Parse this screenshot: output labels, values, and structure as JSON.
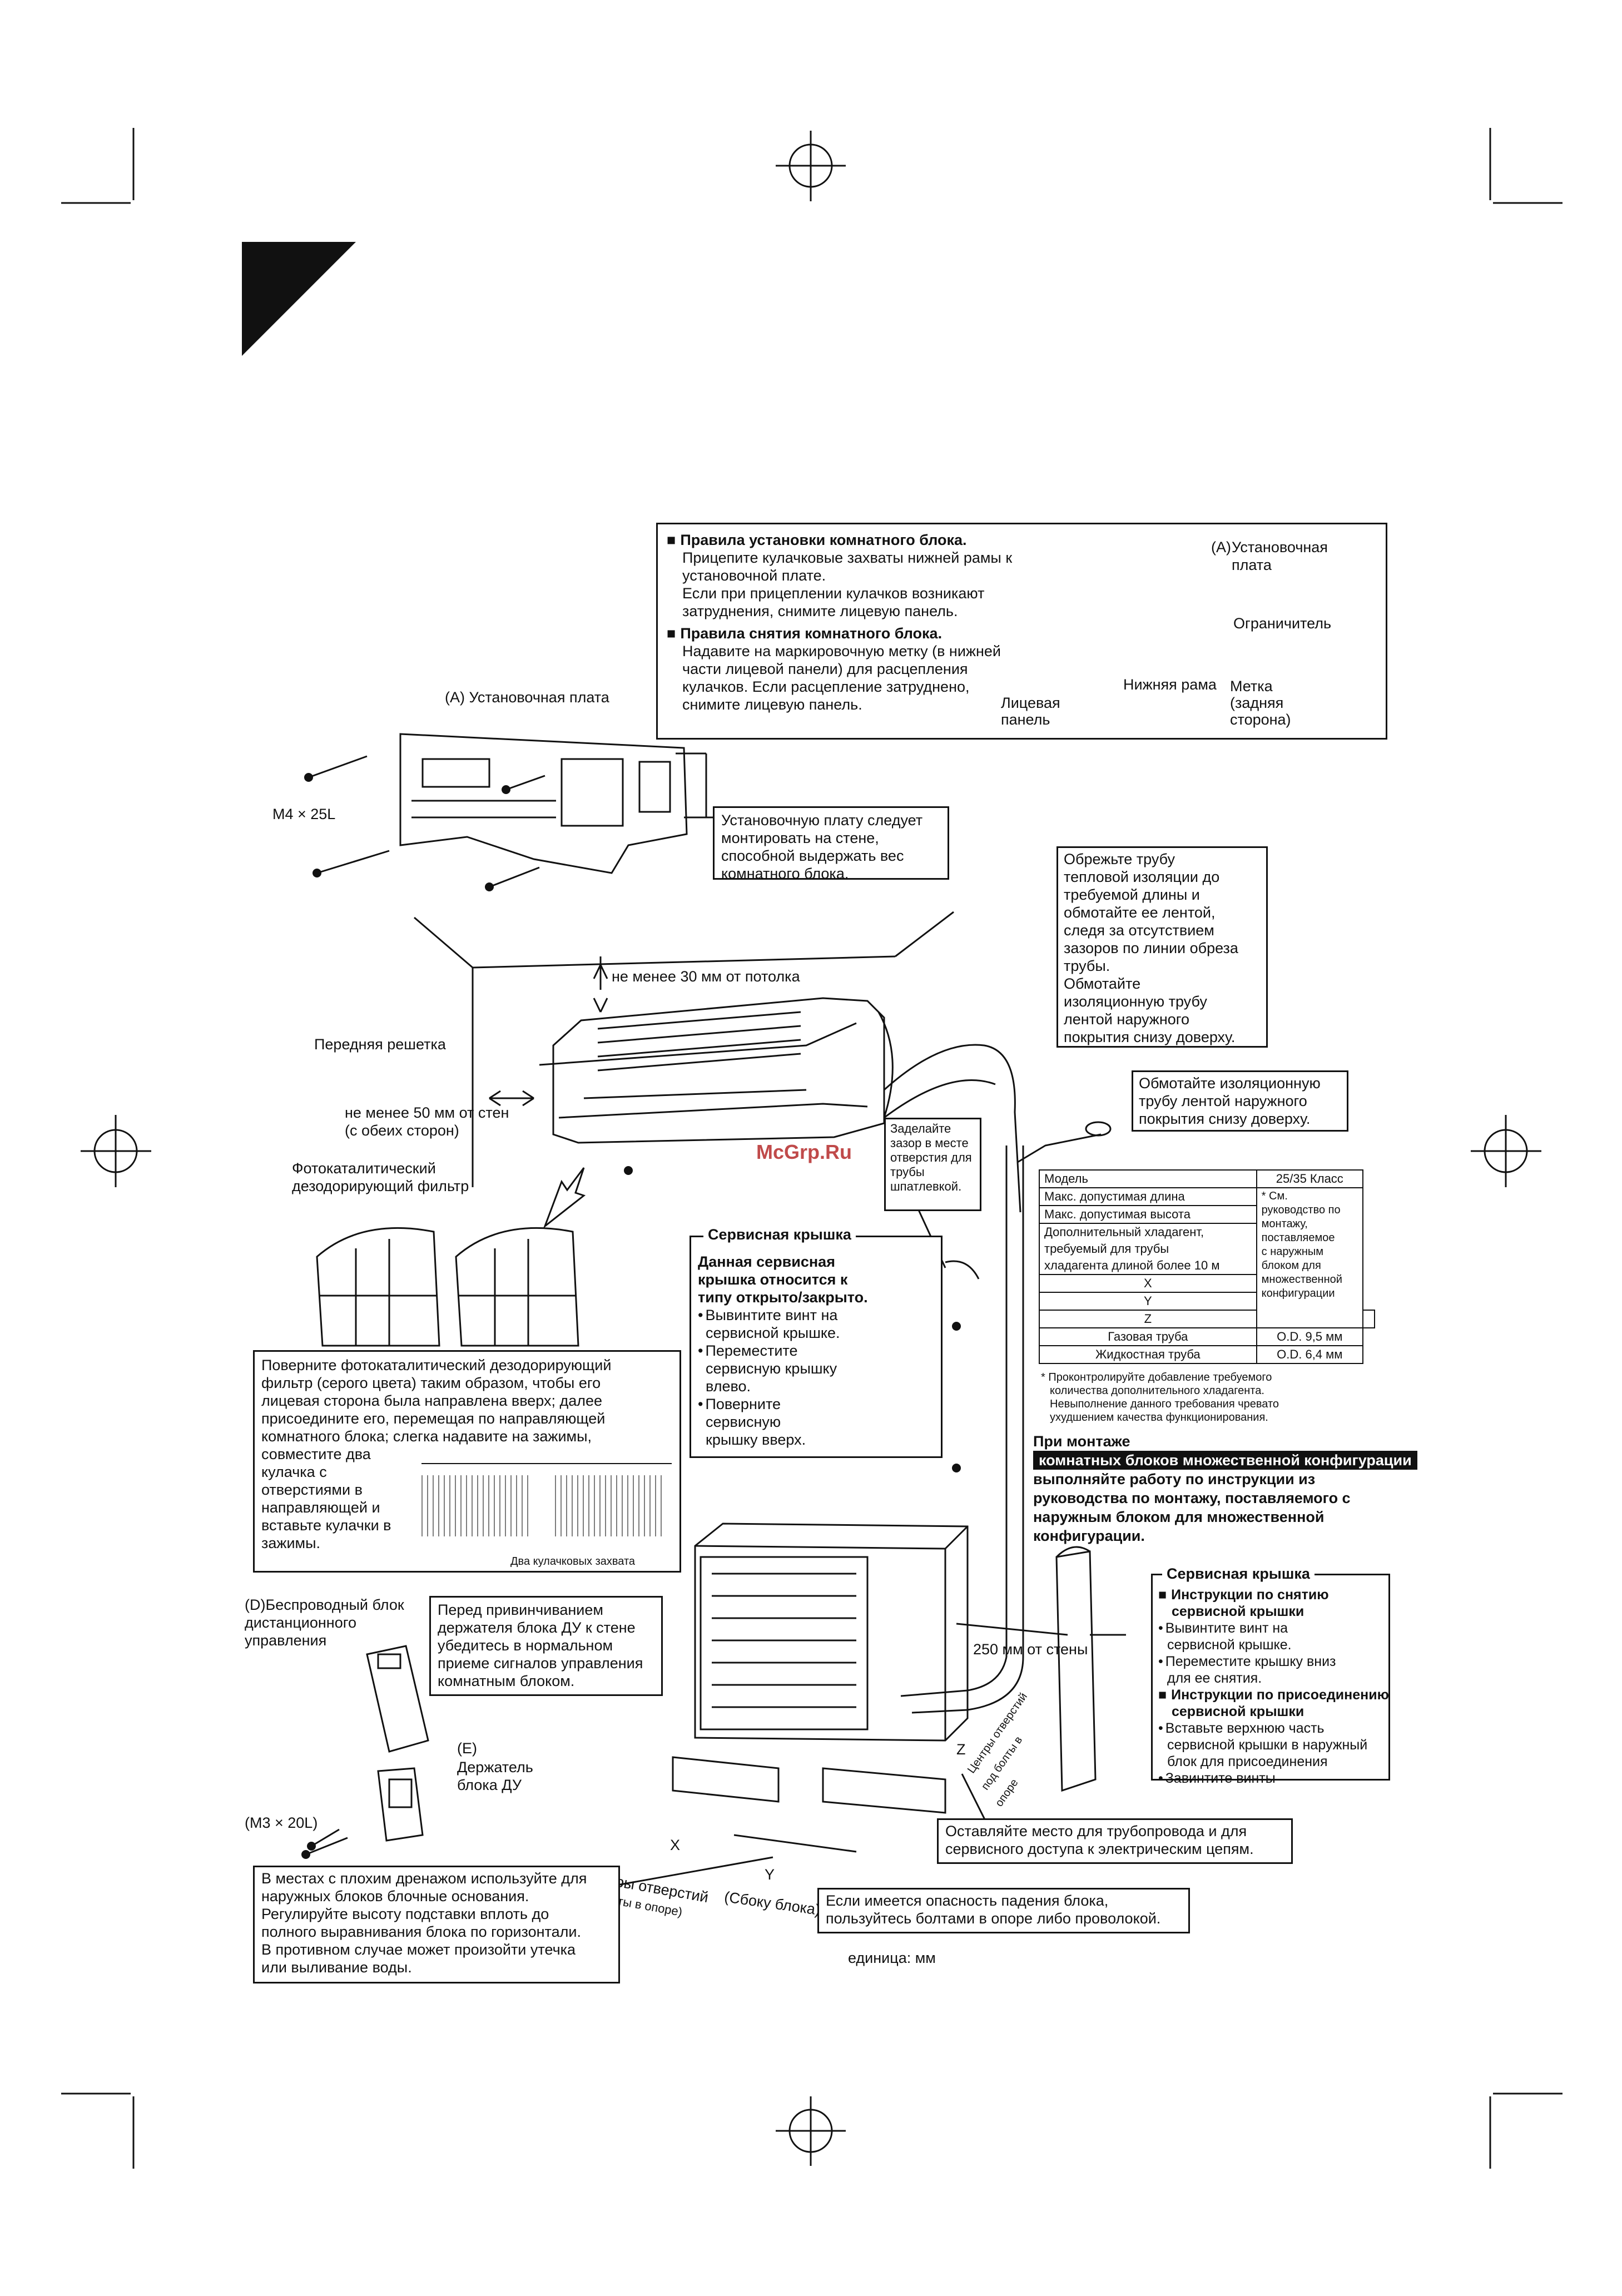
{
  "install_rules": {
    "rule1_title": "Правила установки комнатного блока.",
    "rule1_lines": [
      "Прицепите кулачковые захваты нижней рамы к",
      "установочной плате.",
      "Если при прицеплении кулачков возникают",
      "затруднения, снимите лицевую панель."
    ],
    "rule2_title": "Правила снятия комнатного блока.",
    "rule2_lines": [
      "Надавите на маркировочную метку (в нижней",
      "части лицевой панели) для расцепления",
      "кулачков. Если расцепление затруднено,",
      "снимите лицевую панель."
    ],
    "fig_labels": {
      "mounting_plate": "Установочная",
      "mounting_plate_2": "плата",
      "circled_a": "A",
      "stopper": "Ограничитель",
      "bottom_frame": "Нижняя рама",
      "mark": "Метка",
      "mark_2": "(задняя",
      "mark_3": "сторона)",
      "front_panel": "Лицевая",
      "front_panel_2": "панель"
    }
  },
  "mounting_plate_label": "Установочная плата",
  "mounting_plate_letter": "A",
  "screw_label": "M4 × 25L",
  "plate_note": [
    "Установочную плату следует",
    "монтировать на стене,",
    "способной выдержать вес",
    "комнатного блока."
  ],
  "ceiling_gap": "не менее 30 мм от потолка",
  "front_grille": "Передняя решетка",
  "wall_gap_1": "не менее 50 мм от стен",
  "wall_gap_2": "(с обеих сторон)",
  "filter_label_1": "Фотокаталитический",
  "filter_label_2": "дезодорирующий фильтр",
  "watermark": "McGrp.Ru",
  "putty_note": [
    "Заделайте",
    "зазор в месте",
    "отверстия для",
    "трубы",
    "шпатлевкой."
  ],
  "insulation_note": [
    "Обрежьте трубу",
    "тепловой изоляции до",
    "требуемой длины и",
    "обмотайте ее лентой,",
    "следя за отсутствием",
    "зазоров по линии обреза",
    "трубы.",
    "Обмотайте",
    "изоляционную трубу",
    "лентой наружного",
    "покрытия снизу доверху."
  ],
  "wrap_note": [
    "Обмотайте изоляционную",
    "трубу лентой наружного",
    "покрытия снизу доверху."
  ],
  "service_cover_box": {
    "title": "Сервисная крышка",
    "heading": [
      "Данная сервисная",
      "крышка относится к",
      "типу открыто/закрыто."
    ],
    "steps": [
      "Вывинтите винт на",
      "сервисной крышке.",
      "Переместите",
      "сервисную крышку",
      "влево.",
      "Поверните",
      "сервисную",
      "крышку вверх."
    ]
  },
  "spec_table": {
    "rows": [
      {
        "label": "Модель",
        "value": "25/35 Класс"
      },
      {
        "label": "Макс. допустимая длина",
        "value": ""
      },
      {
        "label": "Макс. допустимая высота",
        "value": ""
      },
      {
        "label": "Дополнительный хладагент,",
        "value": ""
      },
      {
        "label": "требуемый для трубы",
        "value": ""
      },
      {
        "label": "хладагента длиной более 10 м",
        "value": ""
      },
      {
        "label": "X",
        "value": ""
      },
      {
        "label": "Y",
        "value": ""
      },
      {
        "label": "Z",
        "value": ""
      },
      {
        "label": "Газовая труба",
        "value": "O.D. 9,5 мм"
      },
      {
        "label": "Жидкостная труба",
        "value": "O.D. 6,4 мм"
      }
    ],
    "side_note": [
      "* См.",
      "руководство по",
      "монтажу,",
      "поставляемое",
      "с наружным",
      "блоком для",
      "множественной",
      "конфигурации"
    ],
    "footnote": [
      "* Проконтролируйте добавление требуемого",
      "количества дополнительного хладагента.",
      "Невыполнение данного требования чревато",
      "ухудшением качества функционирования."
    ]
  },
  "multi_config": {
    "line1": "При монтаже",
    "line2": "комнатных блоков множественной конфигурации",
    "line3": "выполняйте работу по инструкции из",
    "line4": "руководства по монтажу, поставляемого с",
    "line5": "наружным блоком для множественной",
    "line6": "конфигурации."
  },
  "filter_note": [
    "Поверните фотокаталитический дезодорирующий",
    "фильтр (серого цвета) таким образом, чтобы его",
    "лицевая сторона была направлена вверх; далее",
    "присоедините его, перемещая по направляющей",
    "комнатного блока; слегка надавите на зажимы,",
    "совместите два",
    "кулачка с",
    "отверстиями в",
    "направляющей и",
    "вставьте кулачки в",
    "зажимы."
  ],
  "two_hooks": "Два кулачковых захвата",
  "remote": {
    "letter_d": "D",
    "label": [
      "Беспроводный блок",
      "дистанционного",
      "управления"
    ],
    "letter_e": "E",
    "holder": [
      "Держатель",
      "блока ДУ"
    ],
    "screw": "(M3 × 20L)"
  },
  "remote_note": [
    "Перед привинчиванием",
    "держателя блока ДУ к стене",
    "убедитесь в нормальном",
    "приеме сигналов управления",
    "комнатным блоком."
  ],
  "outdoor": {
    "gap_250": "250 мм от стены",
    "x": "X",
    "y": "Y",
    "z": "Z",
    "bolt_centers_1": "(Центры отверстий",
    "bolt_centers_2": "под болты в опоре)",
    "side_of_unit": "(Сбоку блока)",
    "z_centers_1": "Центры отверстий",
    "z_centers_2": "под болты в",
    "z_centers_3": "опоре"
  },
  "outdoor_service_cover": {
    "title": "Сервисная крышка",
    "removal_title": [
      "Инструкции по снятию",
      "сервисной крышки"
    ],
    "removal_steps": [
      "Вывинтите винт на",
      "сервисной крышке.",
      "Переместите крышку вниз",
      "для ее снятия."
    ],
    "attach_title": [
      "Инструкции по присоединению",
      "сервисной крышки"
    ],
    "attach_steps": [
      "Вставьте верхнюю часть",
      "сервисной крышки в наружный",
      "блок для присоединения",
      "Завинтите винты"
    ]
  },
  "space_note": [
    "Оставляйте место для трубопровода и для",
    "сервисного доступа к электрическим цепям."
  ],
  "fall_note": [
    "Если имеется опасность падения блока,",
    "пользуйтесь болтами в опоре либо проволокой."
  ],
  "drain_note": [
    "В местах с плохим дренажом используйте для",
    "наружных блоков блочные основания.",
    "Регулируйте высоту подставки вплоть до",
    "полного выравнивания блока по горизонтали.",
    "В противном случае может произойти утечка",
    "или выливание воды."
  ],
  "unit": "единица: мм"
}
